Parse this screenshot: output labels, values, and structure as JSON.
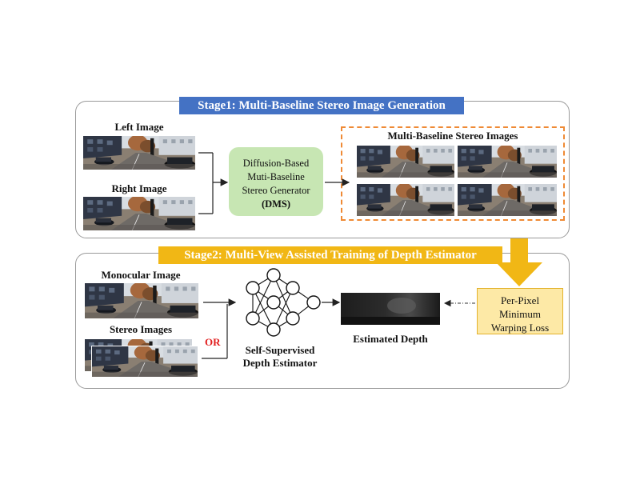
{
  "stage1": {
    "banner": "Stage1: Multi-Baseline Stereo Image Generation",
    "banner_color": "#4472c4",
    "left_label": "Left Image",
    "right_label": "Right Image",
    "dms_line1": "Diffusion-Based",
    "dms_line2": "Muti-Baseline",
    "dms_line3": "Stereo Generator",
    "dms_line4": "(DMS)",
    "dms_color": "#c7e6b3",
    "multi_title": "Multi-Baseline Stereo Images",
    "dashed_color": "#ef8a35"
  },
  "stage2": {
    "banner": "Stage2: Multi-View Assisted Training of Depth Estimator",
    "banner_color": "#f1b715",
    "mono_label": "Monocular Image",
    "stereo_label": "Stereo Images",
    "or_label": "OR",
    "or_color": "#e11d1d",
    "estimator_line1": "Self-Supervised",
    "estimator_line2": "Depth Estimator",
    "depth_label": "Estimated Depth",
    "loss_line1": "Per-Pixel",
    "loss_line2": "Minimum",
    "loss_line3": "Warping Loss",
    "loss_color": "#fde9a6"
  },
  "icons": [
    "street-photo",
    "neural-network-icon",
    "depth-map",
    "down-arrow-icon"
  ]
}
